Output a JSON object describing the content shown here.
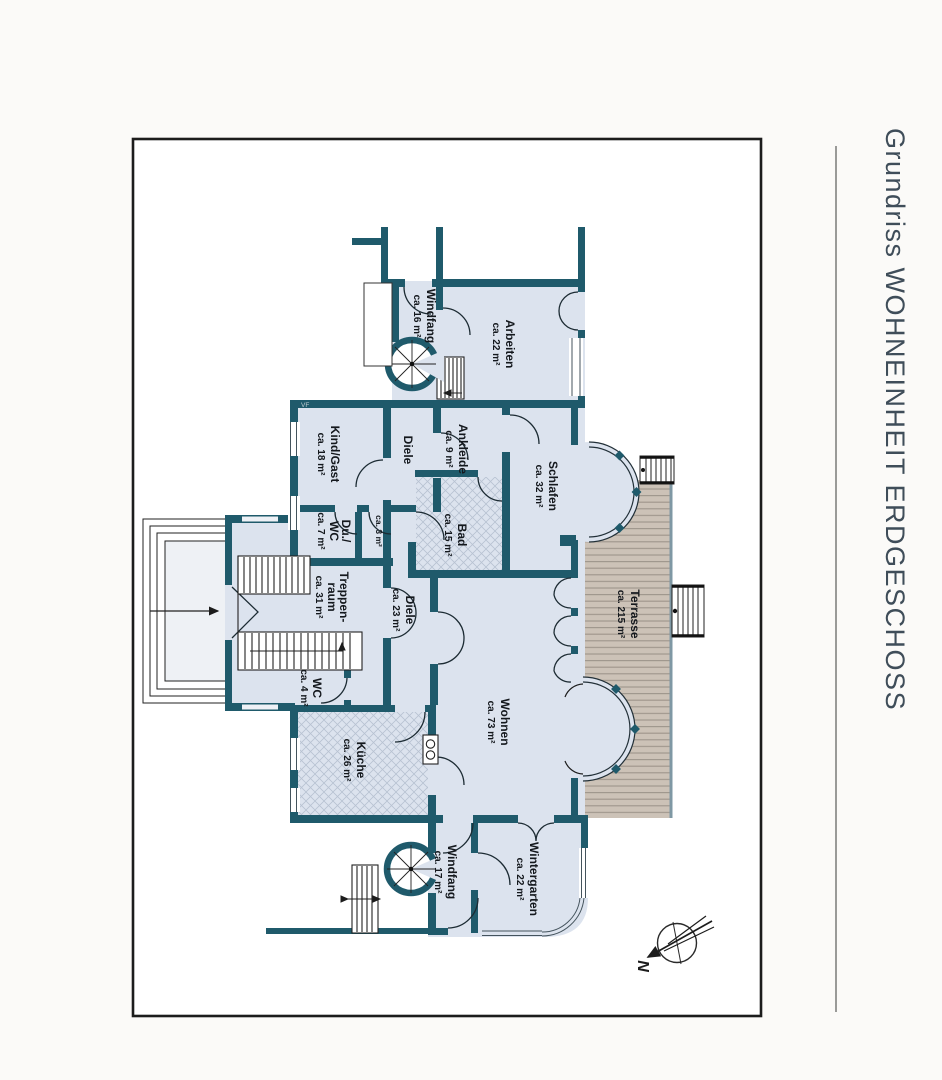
{
  "page": {
    "title": "Grundriss WOHNEINHEIT ERDGESCHOSS"
  },
  "compass": {
    "north_label": "N"
  },
  "wall_stamp": "VF",
  "colors": {
    "wall": "#1f5a6b",
    "room_fill": "#dce3ee",
    "terrace_fill": "#ccc2b7",
    "terrace_line": "#9d948a",
    "pattern_line": "#b7c2d2",
    "title_text": "#3f4d59"
  },
  "rooms": [
    {
      "id": "windfang-oben",
      "name": "Windfang",
      "area": "ca. 16 m²"
    },
    {
      "id": "arbeiten",
      "name": "Arbeiten",
      "area": "ca. 22 m²"
    },
    {
      "id": "kind-gast",
      "name": "Kind/Gast",
      "area": "ca. 18 m²"
    },
    {
      "id": "diele-klein",
      "name": "Diele",
      "area": ""
    },
    {
      "id": "ankleide",
      "name": "Ankleide",
      "area": "ca. 9 m²"
    },
    {
      "id": "schlafen",
      "name": "Schlafen",
      "area": "ca. 32 m²"
    },
    {
      "id": "du-wc",
      "name": "Du./",
      "name2": "WC",
      "area": "ca. 7 m²"
    },
    {
      "id": "abstellraum",
      "name": "",
      "area": "ca. 3 m²"
    },
    {
      "id": "bad",
      "name": "Bad",
      "area": "ca. 15 m²"
    },
    {
      "id": "treppenraum",
      "name": "Treppen-",
      "name2": "raum",
      "area": "ca. 31 m²"
    },
    {
      "id": "diele",
      "name": "Diele",
      "area": "ca. 23 m²"
    },
    {
      "id": "terrasse",
      "name": "Terrasse",
      "area": "ca. 215 m²"
    },
    {
      "id": "wc",
      "name": "WC",
      "area": "ca. 4 m²"
    },
    {
      "id": "wohnen",
      "name": "Wohnen",
      "area": "ca. 73 m²"
    },
    {
      "id": "kueche",
      "name": "Küche",
      "area": "ca. 26 m²"
    },
    {
      "id": "windfang-unten",
      "name": "Windfang",
      "area": "ca. 17 m²"
    },
    {
      "id": "wintergarten",
      "name": "Wintergarten",
      "area": "ca. 22 m²"
    }
  ]
}
